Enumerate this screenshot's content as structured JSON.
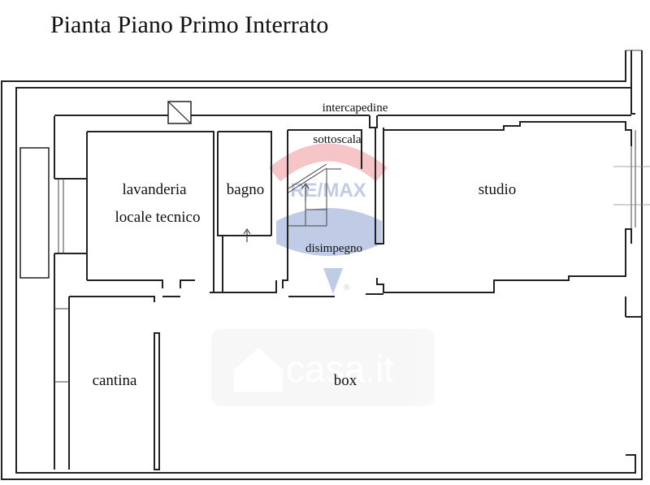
{
  "title": "Pianta Piano Primo Interrato",
  "rooms": {
    "intercapedine": "intercapedine",
    "sottoscala": "sottoscala",
    "lavanderia": "lavanderia",
    "locale_tecnico": "locale tecnico",
    "bagno": "bagno",
    "studio": "studio",
    "disimpegno": "disimpegno",
    "cantina": "cantina",
    "box": "box"
  },
  "watermarks": {
    "remax": "RE/MAX",
    "registered": "®",
    "casa": "casa.it"
  },
  "colors": {
    "walls": "#222222",
    "remax_red": "#e0323a",
    "remax_blue": "#1f4aa8",
    "watermark_grey": "#d6d6d6"
  }
}
